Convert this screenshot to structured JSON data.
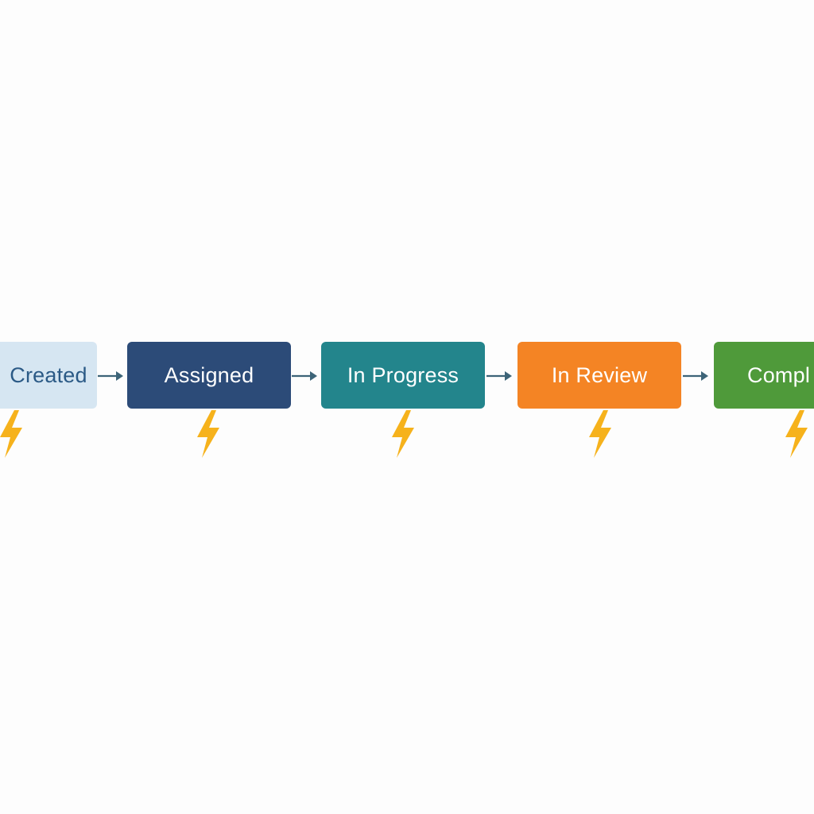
{
  "workflow": {
    "stages": [
      {
        "label": "Created",
        "fill": "#d6e6f2",
        "text_color": "#2b5a86"
      },
      {
        "label": "Assigned",
        "fill": "#2c4b78",
        "text_color": "#ffffff"
      },
      {
        "label": "In Progress",
        "fill": "#23858c",
        "text_color": "#ffffff"
      },
      {
        "label": "In Review",
        "fill": "#f48424",
        "text_color": "#ffffff"
      },
      {
        "label": "Compl",
        "fill": "#4f9a3a",
        "text_color": "#ffffff"
      }
    ],
    "connector": {
      "icon": "arrow-right-icon",
      "color": "#3d6478"
    },
    "trigger": {
      "icon": "lightning-bolt-icon",
      "color": "#f6b21c"
    }
  }
}
